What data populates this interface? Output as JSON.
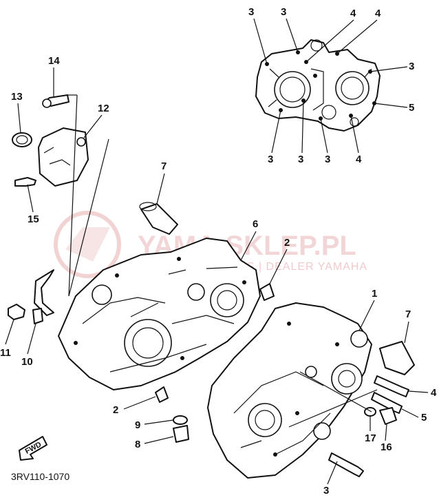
{
  "diagram_code": "3RV110-1070",
  "fwd_label": "FWD",
  "watermark": {
    "title": "YAMA-SKLEP.PL",
    "subtitle": "WOJCIK SERWIS | DEALER YAMAHA"
  },
  "callouts": {
    "top_3a": "3",
    "top_3b": "3",
    "top_4a": "4",
    "top_4b": "4",
    "top_3c": "3",
    "top_5": "5",
    "top_3d": "3",
    "top_3e": "3",
    "top_3f": "3",
    "top_4c": "4",
    "p14": "14",
    "p13": "13",
    "p12": "12",
    "p15": "15",
    "p7a": "7",
    "p6": "6",
    "p2a": "2",
    "p1": "1",
    "p7b": "7",
    "p11": "11",
    "p10": "10",
    "p2b": "2",
    "p9": "9",
    "p8": "8",
    "p4": "4",
    "p5": "5",
    "p17": "17",
    "p16": "16",
    "p3": "3"
  }
}
